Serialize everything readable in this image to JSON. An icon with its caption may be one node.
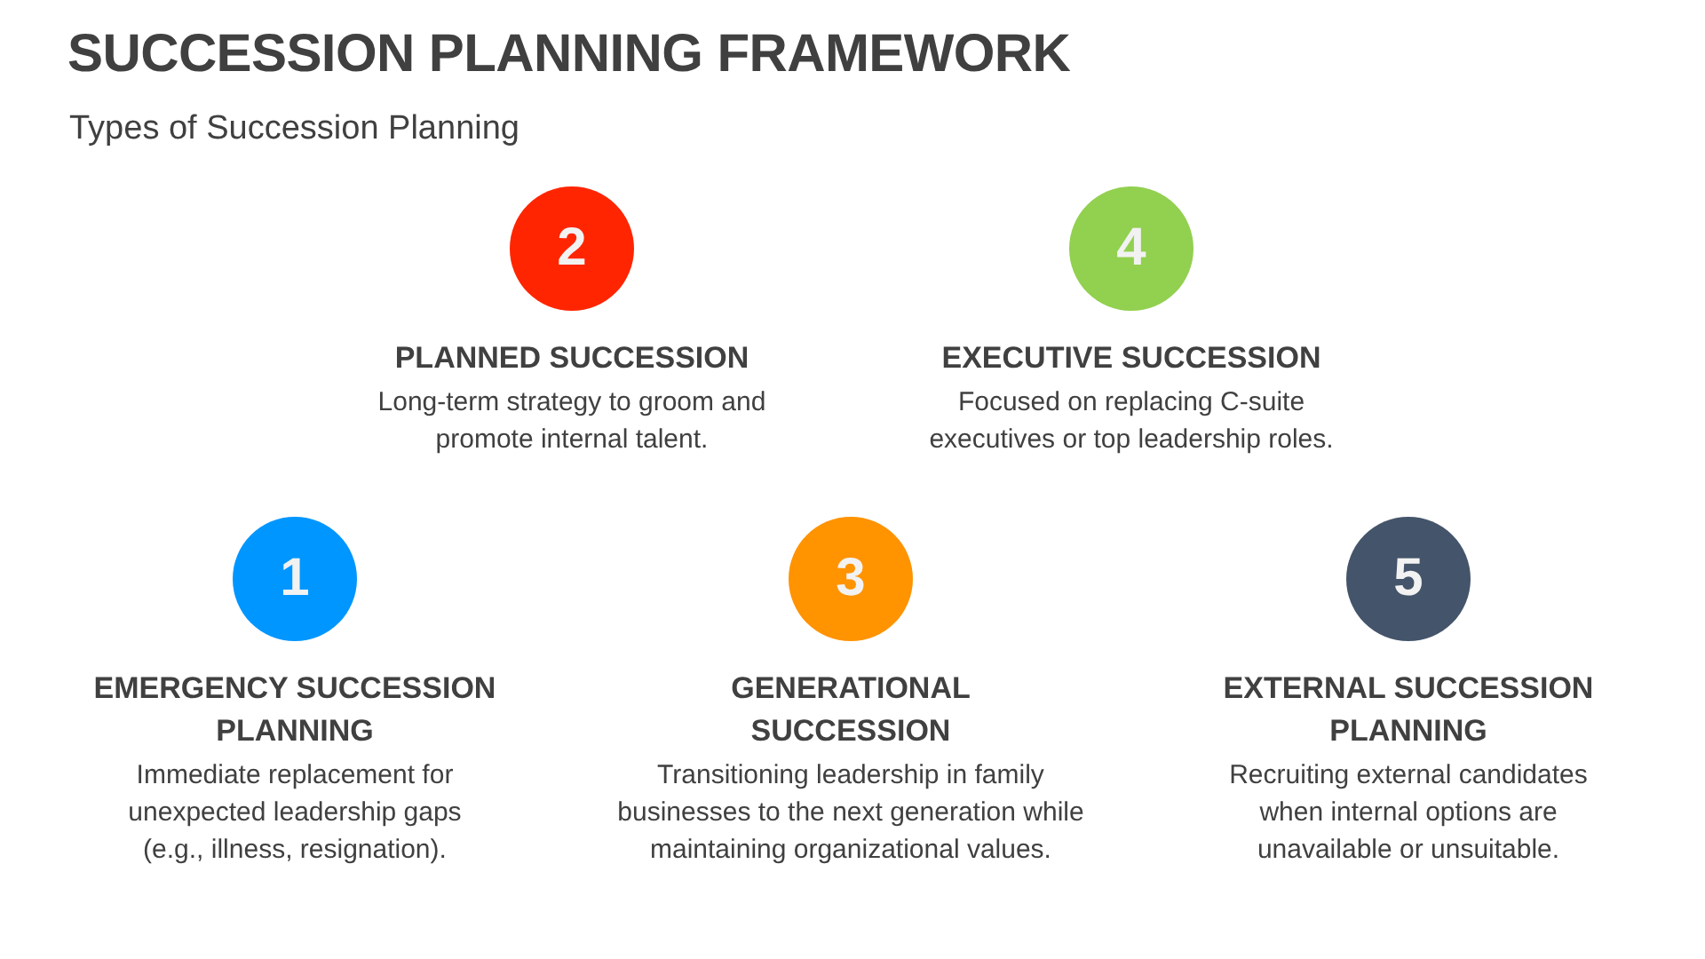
{
  "diagram": {
    "title": "SUCCESSION PLANNING FRAMEWORK",
    "nodes": [
      {
        "text": [
          "2"
        ],
        "beside": [
          "PLANNED SUCCESSION",
          "Long-term strategy to groom and promote internal talent."
        ]
      },
      {
        "text": [
          "4"
        ],
        "beside": [
          "EXECUTIVE SUCCESSION",
          "Focused on replacing C-suite executives or top leadership roles."
        ]
      },
      {
        "text": [
          "1"
        ],
        "beside": [
          "EMERGENCY SUCCESSION PLANNING",
          "Immediate replacement for unexpected leadership gaps (e.g., illness, resignation)."
        ]
      },
      {
        "text": [
          "3"
        ],
        "beside": [
          "GENERATIONAL SUCCESSION",
          "Transitioning leadership in family businesses to the next generation while maintaining organizational values."
        ]
      },
      {
        "text": [
          "5"
        ],
        "beside": [
          "EXTERNAL SUCCESSION PLANNING",
          "Recruiting external candidates when internal options are unavailable or unsuitable."
        ]
      }
    ],
    "edges": [],
    "labels": [
      "Types of Succession Planning"
    ]
  }
}
